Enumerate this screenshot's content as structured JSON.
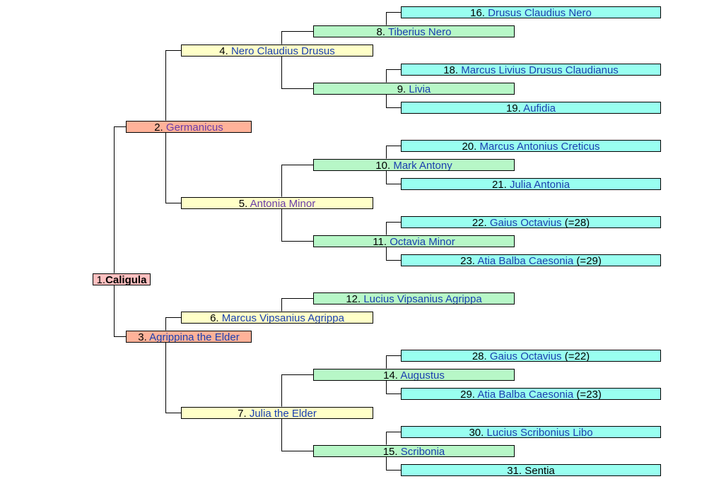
{
  "colors": {
    "gen0": "#ffc0c0",
    "gen1": "#ffb299",
    "gen2": "#ffffc8",
    "gen3": "#b7f7c7",
    "gen4": "#99fff0",
    "link": "#1a3fb0",
    "visited": "#6a3ca8",
    "line": "#000000"
  },
  "people": [
    {
      "num": "1.",
      "name": "Caligula",
      "style": "bold",
      "gen": 0
    },
    {
      "num": "2. ",
      "name": "Germanicus",
      "style": "visited",
      "gen": 1
    },
    {
      "num": "3. ",
      "name": "Agrippina the Elder",
      "style": "link",
      "gen": 1
    },
    {
      "num": "4. ",
      "name": "Nero Claudius Drusus",
      "style": "link",
      "gen": 2
    },
    {
      "num": "5. ",
      "name": "Antonia Minor",
      "style": "visited",
      "gen": 2
    },
    {
      "num": "6. ",
      "name": "Marcus Vipsanius Agrippa",
      "style": "link",
      "gen": 2
    },
    {
      "num": "7. ",
      "name": "Julia the Elder",
      "style": "link",
      "gen": 2
    },
    {
      "num": "8. ",
      "name": "Tiberius Nero",
      "style": "link",
      "gen": 3
    },
    {
      "num": "9. ",
      "name": "Livia",
      "style": "link",
      "gen": 3
    },
    {
      "num": "10. ",
      "name": "Mark Antony",
      "style": "link",
      "gen": 3
    },
    {
      "num": "11. ",
      "name": "Octavia Minor",
      "style": "link",
      "gen": 3
    },
    {
      "num": "12. ",
      "name": "Lucius Vipsanius Agrippa",
      "style": "link",
      "gen": 3
    },
    {
      "num": "14. ",
      "name": "Augustus",
      "style": "link",
      "gen": 3
    },
    {
      "num": "15. ",
      "name": "Scribonia",
      "style": "link",
      "gen": 3
    },
    {
      "num": "16. ",
      "name": "Drusus Claudius Nero",
      "style": "link",
      "gen": 4
    },
    {
      "num": "18. ",
      "name": "Marcus Livius Drusus Claudianus",
      "style": "link",
      "gen": 4
    },
    {
      "num": "19. ",
      "name": "Aufidia",
      "style": "link",
      "gen": 4
    },
    {
      "num": "20. ",
      "name": "Marcus Antonius Creticus",
      "style": "link",
      "gen": 4
    },
    {
      "num": "21. ",
      "name": "Julia Antonia",
      "style": "link",
      "gen": 4
    },
    {
      "num": "22. ",
      "name": "Gaius Octavius",
      "suffix": " (=28)",
      "style": "link",
      "gen": 4
    },
    {
      "num": "23. ",
      "name": "Atia Balba Caesonia",
      "suffix": " (=29)",
      "style": "link",
      "gen": 4
    },
    {
      "num": "28. ",
      "name": "Gaius Octavius",
      "suffix": " (=22)",
      "style": "link",
      "gen": 4
    },
    {
      "num": "29. ",
      "name": "Atia Balba Caesonia",
      "suffix": " (=23)",
      "style": "link",
      "gen": 4
    },
    {
      "num": "30. ",
      "name": "Lucius Scribonius Libo",
      "style": "link",
      "gen": 4
    },
    {
      "num": "31. Sentia",
      "name": "",
      "style": "plain",
      "gen": 4
    }
  ]
}
